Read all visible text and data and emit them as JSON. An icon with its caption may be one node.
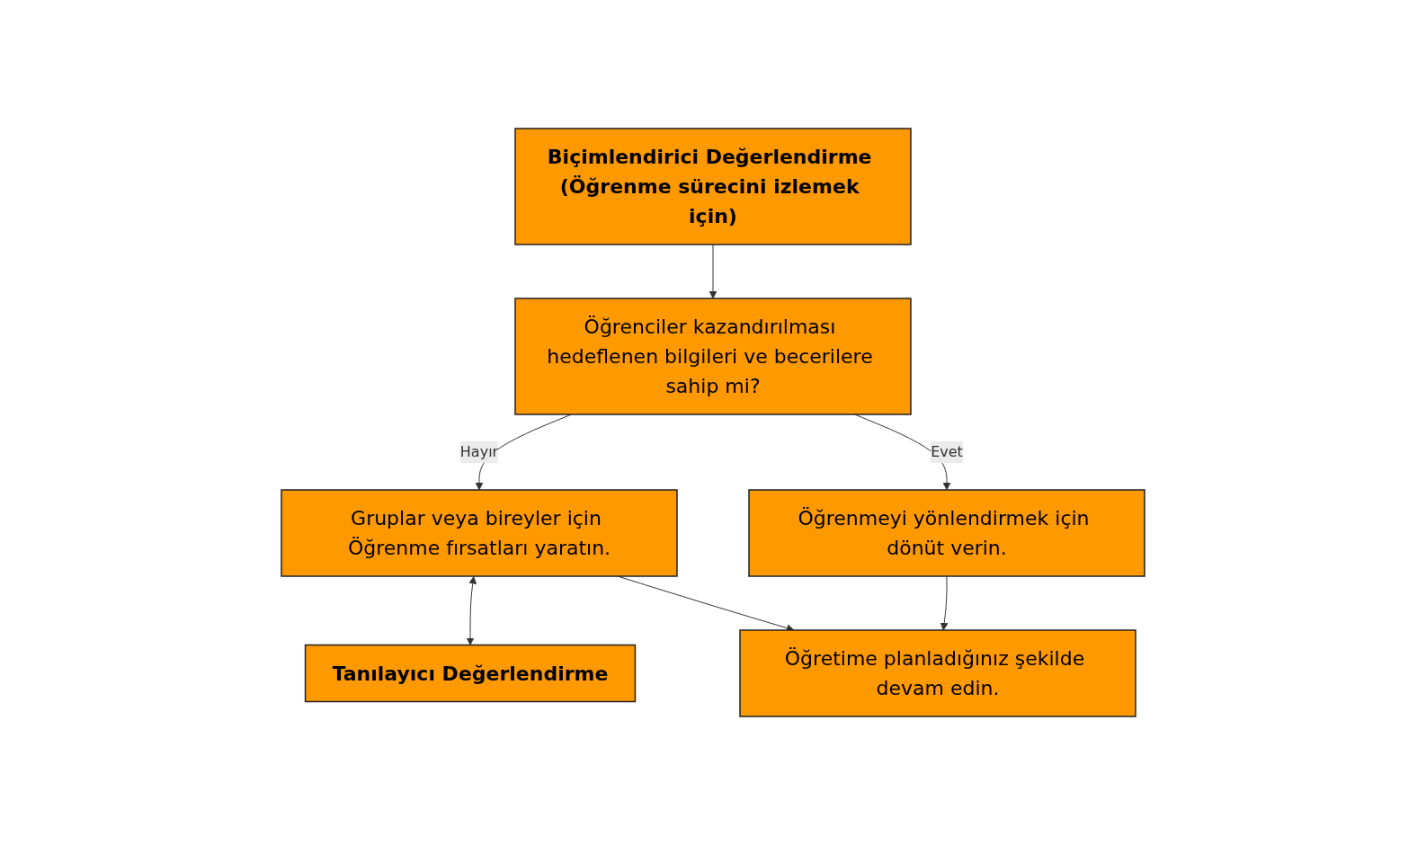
{
  "diagram": {
    "nodes": [
      {
        "text": [
          "Biçimlendirici Değerlendirme (Öğrenme sürecini izlemek için)"
        ]
      },
      {
        "text": [
          "Öğrenciler kazandırılması hedeflenen bilgileri ve becerilere sahip mi?"
        ]
      },
      {
        "text": [
          "Gruplar veya bireyler için Öğrenme fırsatları yaratın."
        ]
      },
      {
        "text": [
          "Öğrenmeyi yönlendirmek için dönüt verin."
        ]
      },
      {
        "text": [
          "Tanılayıcı Değerlendirme"
        ]
      },
      {
        "text": [
          "Öğretime planladığınız şekilde devam edin."
        ]
      }
    ],
    "edges": [
      {
        "from": 0,
        "to": 1,
        "arrow": "to"
      },
      {
        "from": 1,
        "to": 2,
        "arrow": "to",
        "label": "Hayır"
      },
      {
        "from": 1,
        "to": 3,
        "arrow": "to",
        "label": "Evet"
      },
      {
        "from": 2,
        "to": 4,
        "arrow": "both"
      },
      {
        "from": 2,
        "to": 5,
        "arrow": "to"
      },
      {
        "from": 3,
        "to": 5,
        "arrow": "to"
      }
    ]
  }
}
